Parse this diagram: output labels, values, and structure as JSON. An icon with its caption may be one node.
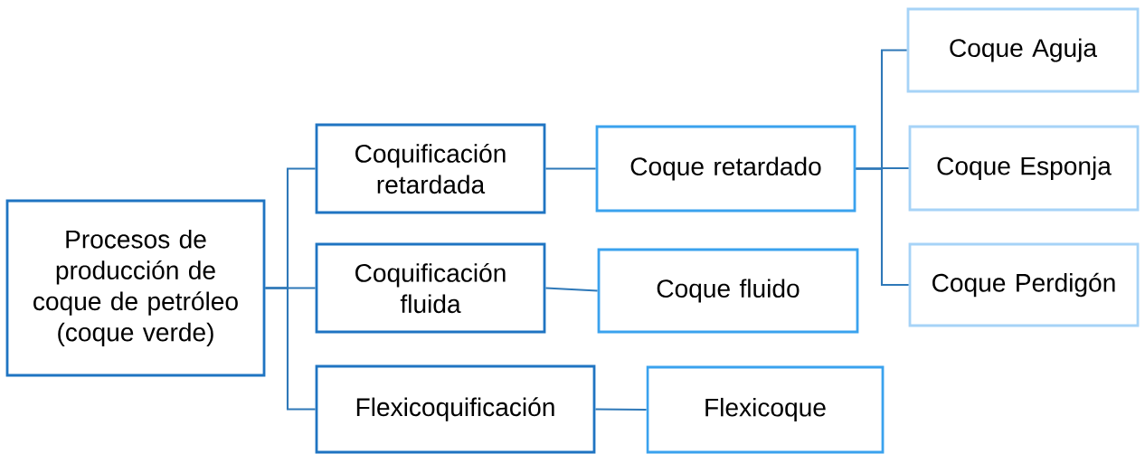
{
  "diagram": {
    "nodes": [
      {
        "text": [
          "Procesos de producción de coque de petróleo (coque verde)"
        ]
      },
      {
        "text": [
          "Coquificación retardada"
        ]
      },
      {
        "text": [
          "Coquificación fluida"
        ]
      },
      {
        "text": [
          "Flexicoquificación"
        ]
      },
      {
        "text": [
          "Coque retardado"
        ]
      },
      {
        "text": [
          "Coque fluido"
        ]
      },
      {
        "text": [
          "Flexicoque"
        ]
      },
      {
        "text": [
          "Coque Aguja"
        ]
      },
      {
        "text": [
          "Coque Esponja"
        ]
      },
      {
        "text": [
          "Coque Perdigón"
        ]
      }
    ],
    "edges": [
      {
        "from": 0,
        "to": 1,
        "arrow": "none"
      },
      {
        "from": 0,
        "to": 2,
        "arrow": "none"
      },
      {
        "from": 0,
        "to": 3,
        "arrow": "none"
      },
      {
        "from": 1,
        "to": 4,
        "arrow": "none"
      },
      {
        "from": 2,
        "to": 5,
        "arrow": "none"
      },
      {
        "from": 3,
        "to": 6,
        "arrow": "none"
      },
      {
        "from": 4,
        "to": 7,
        "arrow": "none"
      },
      {
        "from": 4,
        "to": 8,
        "arrow": "none"
      },
      {
        "from": 4,
        "to": 9,
        "arrow": "none"
      }
    ]
  }
}
